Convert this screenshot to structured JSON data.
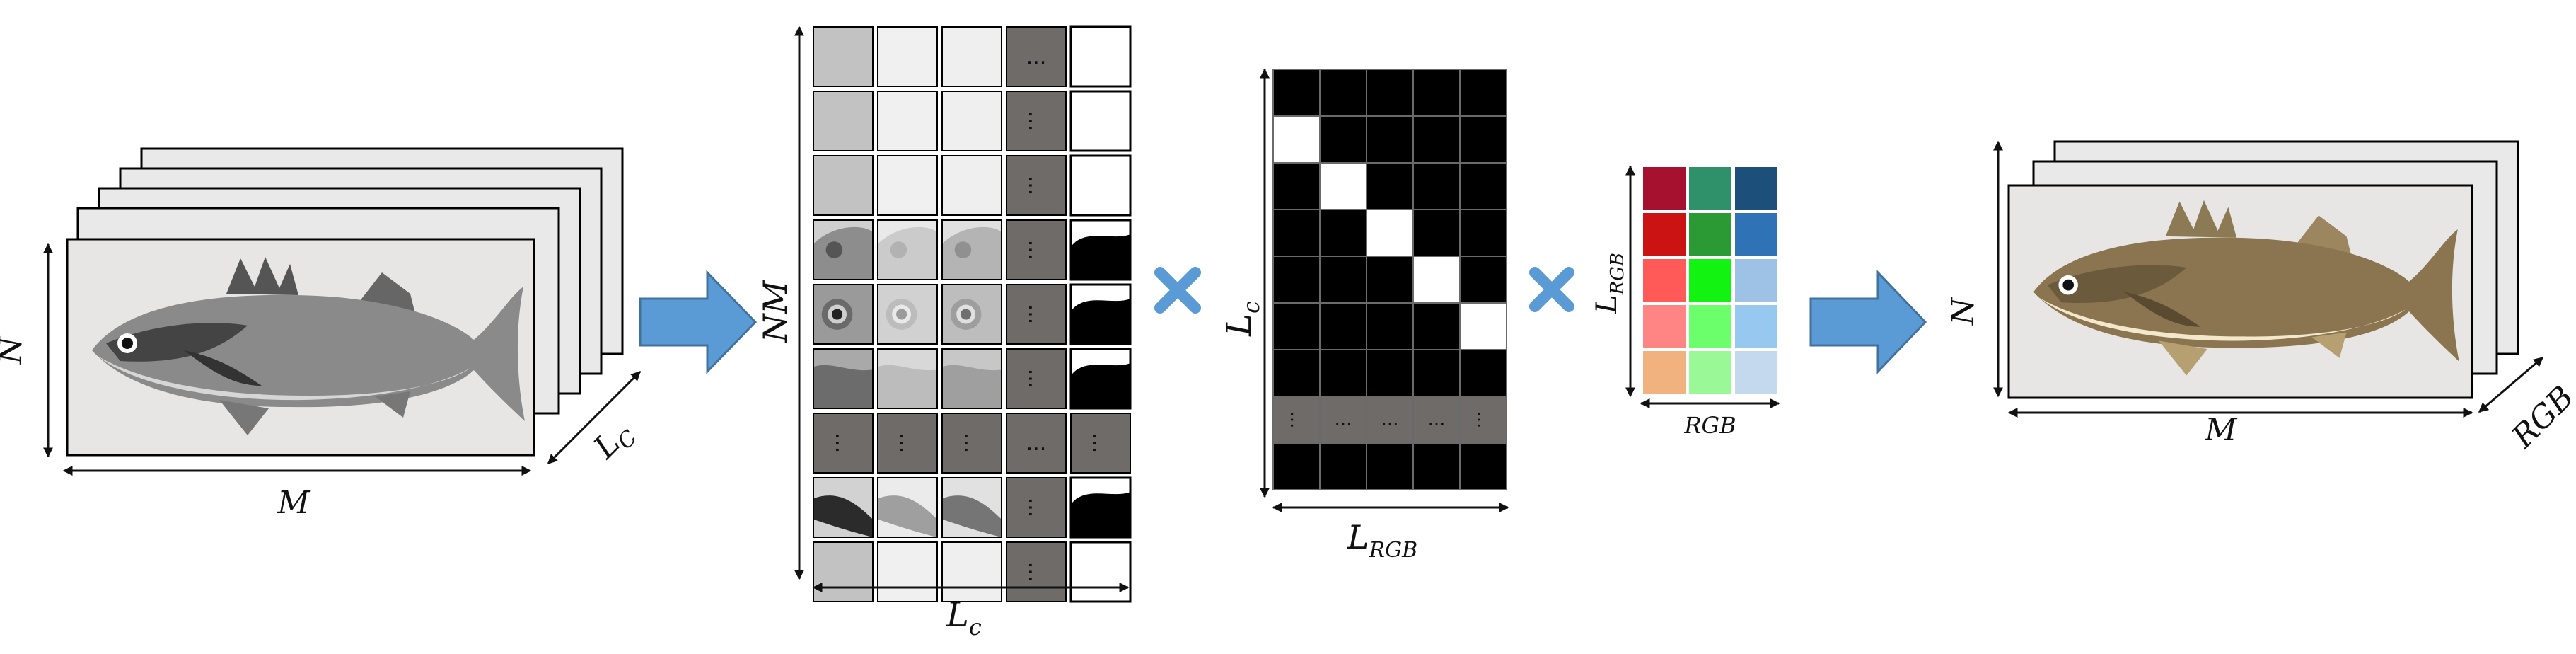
{
  "colors": {
    "arrow_fill": "#5b9bd5",
    "arrow_stroke": "#41719c",
    "frame_bg": "#e9e9e9",
    "ellipsis_cell": "#6f6b69",
    "cross": "#5b9bd5"
  },
  "panel_input": {
    "label_n": "N",
    "label_m": "M",
    "label_lc_main": "L",
    "label_lc_sub": "C",
    "image_icon": "grayscale-fish-icon"
  },
  "panel_matrix": {
    "label_nm": "NM",
    "label_lc_main": "L",
    "label_lc_sub": "c",
    "ellipsis": "..."
  },
  "panel_selector": {
    "label_lc_main": "L",
    "label_lc_sub": "c",
    "label_lrgb_main": "L",
    "label_lrgb_sub": "RGB",
    "ellipsis": "..."
  },
  "panel_palette": {
    "label_lrgb_main": "L",
    "label_lrgb_sub": "RGB",
    "label_rgb": "RGB",
    "rows": [
      [
        "#a5112f",
        "#2e9169",
        "#1c4f7a"
      ],
      [
        "#cc1313",
        "#2b9a34",
        "#2f72b6"
      ],
      [
        "#ff5a58",
        "#12f312",
        "#9dc2e6"
      ],
      [
        "#ff8585",
        "#6cff6c",
        "#97c8ef"
      ],
      [
        "#f2b280",
        "#9af896",
        "#c4d8ee"
      ]
    ]
  },
  "panel_output": {
    "label_n": "N",
    "label_m": "M",
    "label_rgb": "RGB",
    "image_icon": "colored-fish-icon"
  }
}
